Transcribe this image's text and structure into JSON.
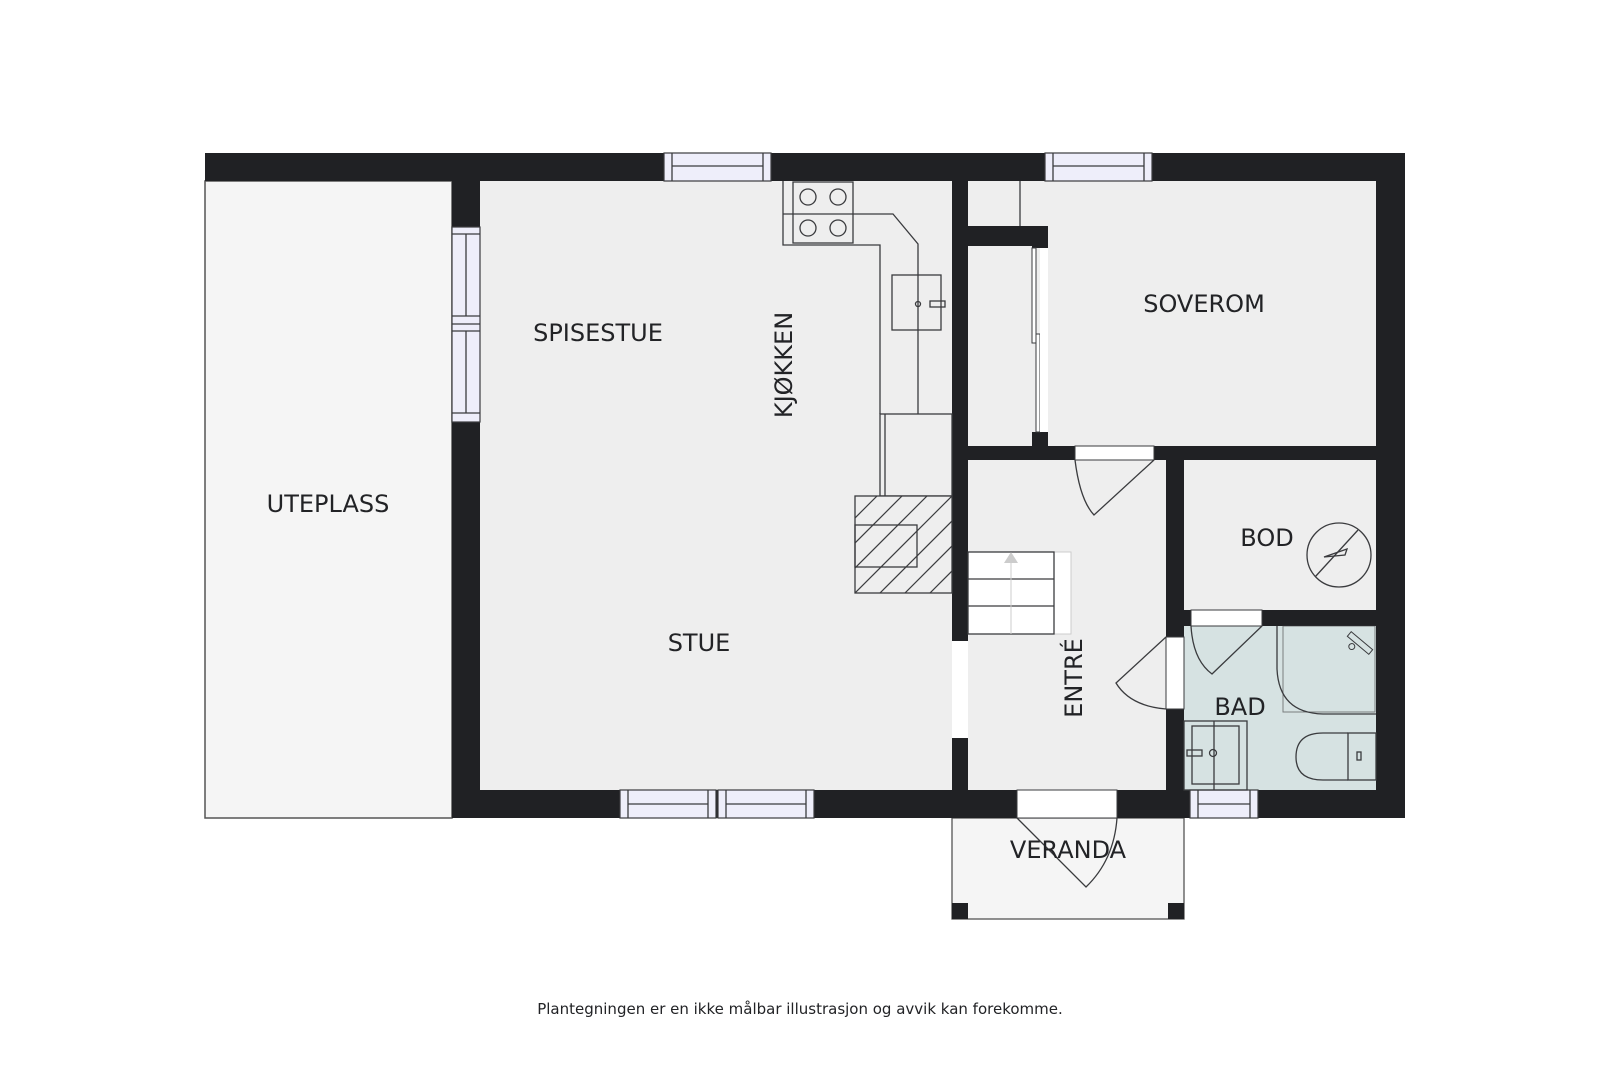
{
  "plan": {
    "rooms": {
      "uteplass": "UTEPLASS",
      "spisestue": "SPISESTUE",
      "kjokken": "KJØKKEN",
      "stue": "STUE",
      "soverom": "SOVEROM",
      "bod": "BOD",
      "bad": "BAD",
      "entre": "ENTRÉ",
      "veranda": "VERANDA"
    },
    "colors": {
      "wall": "#202124",
      "floor": "#eeeeee",
      "outdoor": "#f5f5f5",
      "bathroom": "#d6e2e2",
      "window": "#eeeefa",
      "label": "#222326"
    }
  },
  "caption": "Plantegningen er en ikke målbar illustrasjon og avvik kan forekomme."
}
